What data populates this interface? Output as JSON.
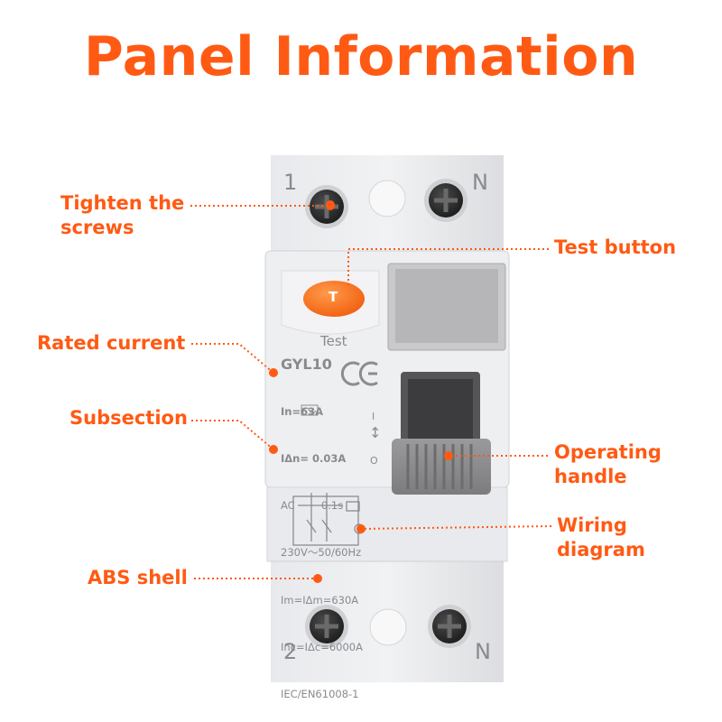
{
  "title": "Panel Information",
  "accent_color": "#ff5a14",
  "callouts": {
    "tighten_screws": [
      "Tighten the",
      "screws"
    ],
    "test_button": "Test button",
    "rated_current": "Rated current",
    "subsection": "Subsection",
    "operating_handle": [
      "Operating",
      "handle"
    ],
    "wiring_diagram": [
      "Wiring",
      "diagram"
    ],
    "abs_shell": "ABS shell"
  },
  "device": {
    "terminal_top_left": "1",
    "terminal_top_right": "N",
    "terminal_bottom_left": "2",
    "terminal_bottom_right": "N",
    "test_label": "Test",
    "test_button_glyph": "T",
    "model": "GYL10",
    "ce_mark": "CE",
    "spec_lines": [
      "In=63A",
      "IΔn= 0.03A",
      "AC        0.1s",
      "230V～50/60Hz",
      "Im=IΔm=630A",
      "Inc=IΔc=6000A",
      "IEC/EN61008-1"
    ],
    "handle_arrow": "↕",
    "handle_off_mark": "O",
    "handle_on_mark": "I"
  }
}
